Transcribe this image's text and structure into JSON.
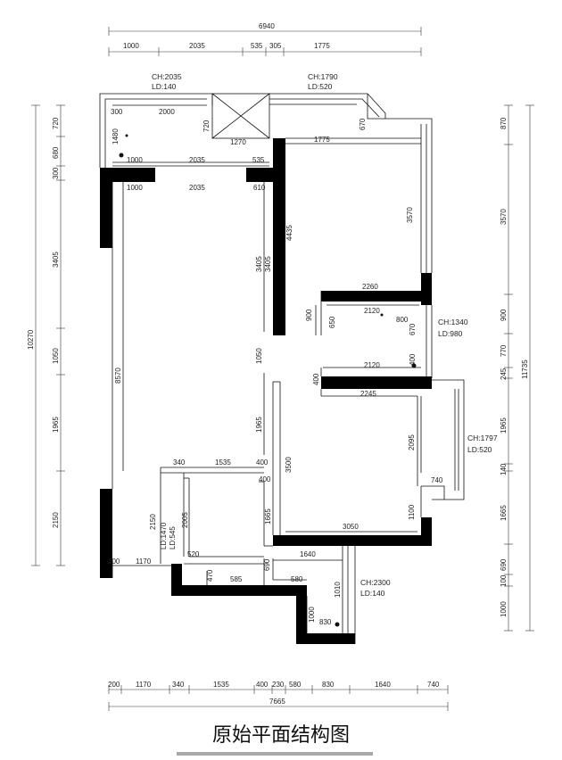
{
  "title": "原始平面结构图",
  "top_overall": "6940",
  "top_dims": [
    "1000",
    "2035",
    "535",
    "305",
    "1775"
  ],
  "bottom_dims": [
    "200",
    "1170",
    "340",
    "1535",
    "400",
    "230",
    "580",
    "830",
    "1640",
    "740"
  ],
  "bottom_overall": "7665",
  "left_overall": "10270",
  "left_dims": [
    "720",
    "680",
    "300",
    "3405",
    "1050",
    "1965",
    "2150"
  ],
  "right_overall": "11735",
  "right_dims": [
    "870",
    "3570",
    "900",
    "770",
    "245",
    "1965",
    "140",
    "1665",
    "690",
    "100",
    "1000"
  ],
  "window_notes": [
    {
      "ch": "CH:2035",
      "ld": "LD:140"
    },
    {
      "ch": "CH:1790",
      "ld": "LD:520"
    },
    {
      "ch": "CH:1340",
      "ld": "LD:980"
    },
    {
      "ch": "CH:1797",
      "ld": "LD:520"
    },
    {
      "ch": "CH:2300",
      "ld": "LD:140"
    }
  ],
  "balcony_dims": [
    "300",
    "2000",
    "1480",
    "720",
    "1270",
    "1000",
    "2035",
    "535"
  ],
  "living_dims": [
    "1000",
    "2035",
    "610",
    "8570",
    "3405",
    "1050",
    "1965",
    "4435",
    "3405"
  ],
  "room1_dims": [
    "1775",
    "3570",
    "670"
  ],
  "hall_dims": [
    "2260",
    "900",
    "650",
    "2120",
    "800",
    "670",
    "400",
    "2120",
    "400"
  ],
  "room2_dims": [
    "2245",
    "2095",
    "3500",
    "1100",
    "3050",
    "740"
  ],
  "kitchen_dims": [
    "340",
    "1535",
    "400",
    "400",
    "2150",
    "2005",
    "1665",
    "520",
    "470",
    "585",
    "1640",
    "690",
    "580",
    "200",
    "1170",
    "1010",
    "1000",
    "830"
  ],
  "small_labels": [
    "LD:1470",
    "LD:545"
  ]
}
